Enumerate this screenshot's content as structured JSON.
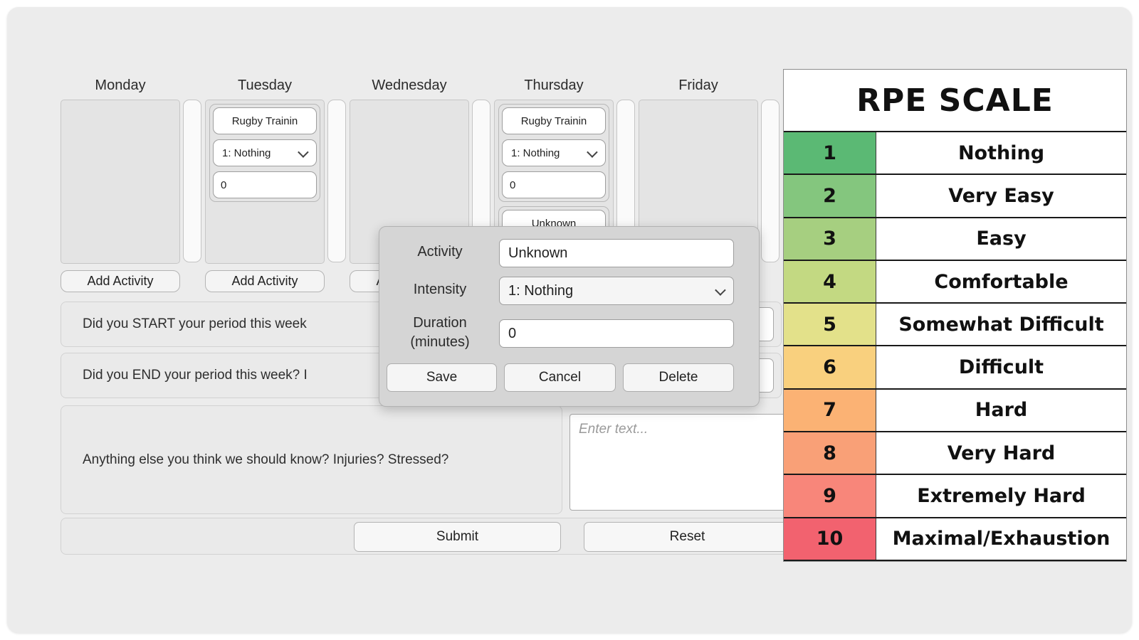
{
  "labels": {
    "add_activity": "Add Activity",
    "submit": "Submit",
    "reset": "Reset",
    "enter_text_placeholder": "Enter text...",
    "save": "Save",
    "cancel": "Cancel",
    "delete": "Delete"
  },
  "days": [
    {
      "name": "Monday",
      "cards": []
    },
    {
      "name": "Tuesday",
      "cards": [
        {
          "activity": "Rugby Trainin",
          "intensity": "1: Nothing",
          "duration": "0"
        }
      ]
    },
    {
      "name": "Wednesday",
      "cards": []
    },
    {
      "name": "Thursday",
      "cards": [
        {
          "activity": "Rugby Trainin",
          "intensity": "1: Nothing",
          "duration": "0"
        },
        {
          "activity": "Unknown",
          "partial": true
        }
      ]
    },
    {
      "name": "Friday",
      "cards": []
    }
  ],
  "questions": {
    "start": "Did you START your period this week",
    "end": "Did you END your period this week? I",
    "notes": "Anything else you think we should know? Injuries? Stressed?"
  },
  "modal": {
    "activity_label": "Activity",
    "activity_value": "Unknown",
    "intensity_label": "Intensity",
    "intensity_value": "1: Nothing",
    "duration_label": "Duration (minutes)",
    "duration_value": "0"
  },
  "rpe": {
    "title": "RPE SCALE",
    "rows": [
      {
        "n": "1",
        "label": "Nothing",
        "color": "#5bb974"
      },
      {
        "n": "2",
        "label": "Very Easy",
        "color": "#84c67e"
      },
      {
        "n": "3",
        "label": "Easy",
        "color": "#a6cf80"
      },
      {
        "n": "4",
        "label": "Comfortable",
        "color": "#c3d982"
      },
      {
        "n": "5",
        "label": "Somewhat Difficult",
        "color": "#e3e18a"
      },
      {
        "n": "6",
        "label": "Difficult",
        "color": "#f9d07e"
      },
      {
        "n": "7",
        "label": "Hard",
        "color": "#fbb274"
      },
      {
        "n": "8",
        "label": "Very Hard",
        "color": "#f9a077"
      },
      {
        "n": "9",
        "label": "Extremely Hard",
        "color": "#f8867a"
      },
      {
        "n": "10",
        "label": "Maximal/Exhaustion",
        "color": "#f2626f"
      }
    ]
  }
}
